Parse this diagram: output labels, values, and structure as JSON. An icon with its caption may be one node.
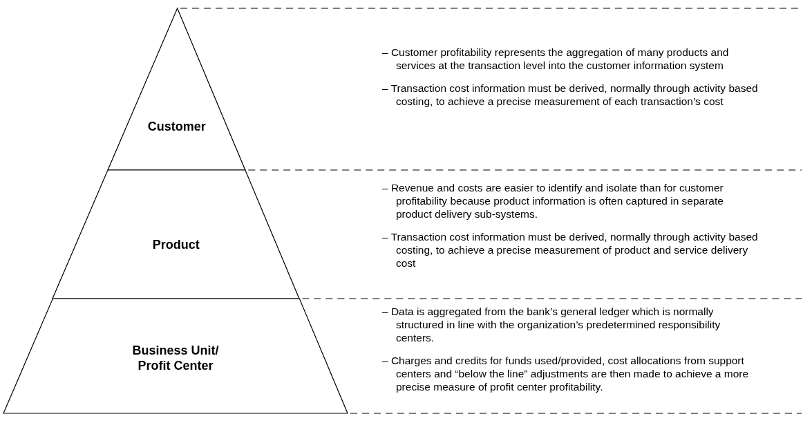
{
  "diagram": {
    "nodes": [
      {
        "text": [
          "Customer"
        ],
        "beside": [
          "– Customer profitability represents the aggregation of many products and services at the transaction level into the customer information system",
          "– Transaction cost information must be derived, normally through activity based costing,  to achieve a precise measurement of each transaction’s cost"
        ]
      },
      {
        "text": [
          "Product"
        ],
        "beside": [
          "– Revenue and costs are easier to identify and isolate than for customer profitability because product information is often captured in separate product delivery sub-systems.",
          "– Transaction cost information must be derived, normally through activity based costing,  to achieve a precise measurement of product and service delivery cost"
        ]
      },
      {
        "text": [
          "Business Unit/ Profit Center"
        ],
        "beside": [
          "– Data is aggregated from the bank’s general ledger which is normally structured  in line with the organization’s predetermined responsibility centers.",
          "– Charges and credits for funds used/provided, cost allocations from support centers and “below the line” adjustments are then made to achieve a more precise measure of profit center profitability."
        ]
      }
    ]
  }
}
